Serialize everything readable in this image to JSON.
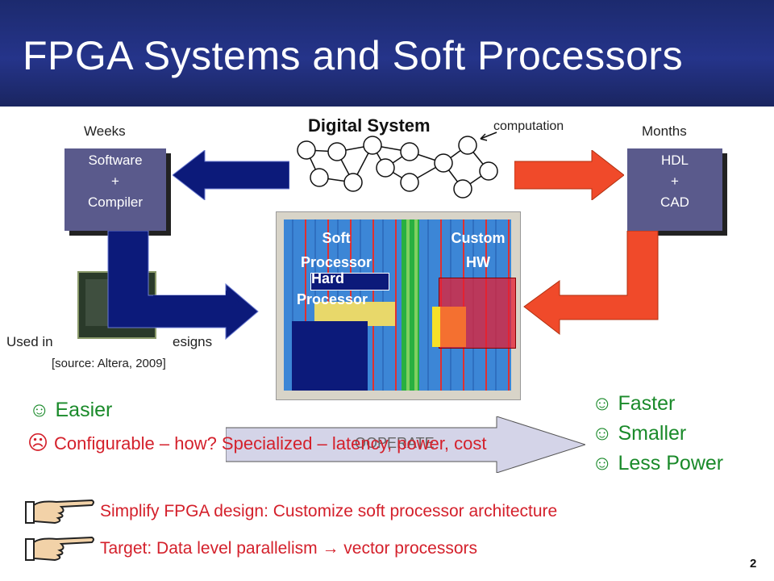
{
  "slide": {
    "title": "FPGA Systems and Soft Processors",
    "page_number": "2",
    "source": "[source: Altera, 2009]"
  },
  "top": {
    "digital_system": "Digital System",
    "computation": "computation",
    "weeks": "Weeks",
    "months": "Months",
    "software_box": [
      "Software",
      "+",
      "Compiler"
    ],
    "hdl_box": [
      "HDL",
      "+",
      "CAD"
    ]
  },
  "fpga": {
    "soft_processor": [
      "Soft",
      "Processor"
    ],
    "custom_hw": [
      "Custom",
      "HW"
    ],
    "hard_processor": [
      "Hard",
      "Processor"
    ]
  },
  "chip": {
    "used_in": "Used in",
    "designs": "esigns"
  },
  "left_pros": {
    "easier": "Easier",
    "overlay_text": "Configurable – how? Specialized – latency, power, cost"
  },
  "arrow_label": "OOPERATE",
  "right_pros": [
    "Faster",
    "Smaller",
    "Less Power"
  ],
  "bottom": [
    "Simplify FPGA design: Customize soft processor architecture",
    "Target: Data level parallelism → vector processors"
  ],
  "colors": {
    "header": "#1f2c78",
    "blue_arrow": "#0c1a7a",
    "red_arrow": "#f04a2a",
    "green": "#1a8a2a",
    "red_text": "#d4202b"
  }
}
